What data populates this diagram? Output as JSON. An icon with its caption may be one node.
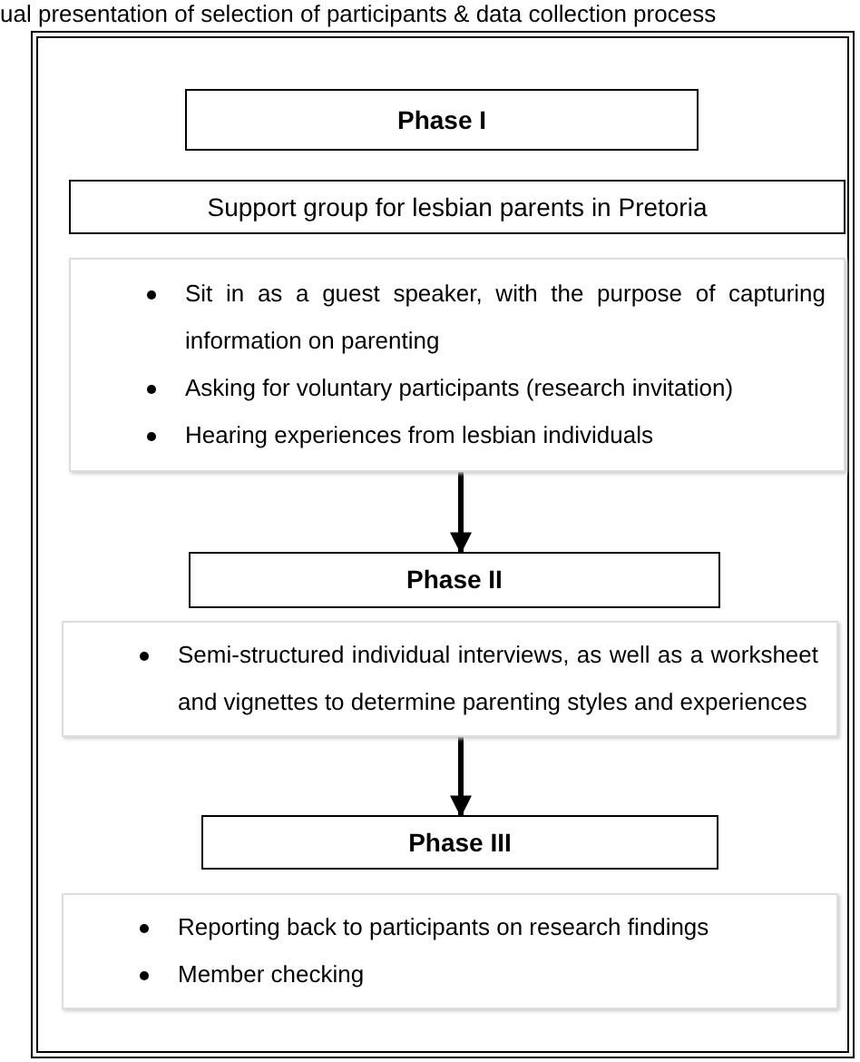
{
  "diagram": {
    "title": "ual presentation of selection of participants & data collection process",
    "nodes": [
      {
        "text": [],
        "shape": "box"
      },
      {
        "text": [
          "Phase I"
        ],
        "in": 0
      },
      {
        "text": [
          "Support group for lesbian parents in Pretoria"
        ],
        "in": 0
      },
      {
        "text": [
          "Sit in as a guest speaker, with the purpose of capturing information on parenting",
          "Asking for voluntary participants (research invitation)",
          "Hearing experiences from lesbian individuals"
        ],
        "in": 0
      },
      {
        "text": [
          "Phase II"
        ],
        "in": 0
      },
      {
        "text": [
          "Semi-structured individual interviews, as well as a worksheet and vignettes to determine parenting styles and experiences"
        ],
        "in": 0
      },
      {
        "text": [
          "Phase III"
        ],
        "in": 0
      },
      {
        "text": [
          "Reporting back to participants on research findings",
          "Member checking"
        ],
        "in": 0
      }
    ],
    "edges": [
      {
        "from": 3,
        "to": 4,
        "arrow": "to"
      },
      {
        "from": 5,
        "to": 6,
        "arrow": "to"
      }
    ]
  }
}
